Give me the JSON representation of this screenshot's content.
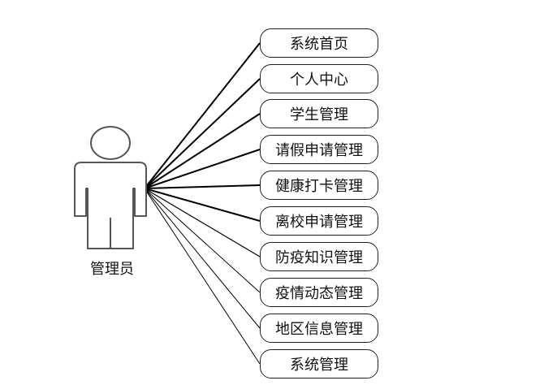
{
  "actor": {
    "label": "管理员"
  },
  "use_cases": [
    {
      "label": "系统首页"
    },
    {
      "label": "个人中心"
    },
    {
      "label": "学生管理"
    },
    {
      "label": "请假申请管理"
    },
    {
      "label": "健康打卡管理"
    },
    {
      "label": "离校申请管理"
    },
    {
      "label": "防疫知识管理"
    },
    {
      "label": "疫情动态管理"
    },
    {
      "label": "地区信息管理"
    },
    {
      "label": "系统管理"
    }
  ]
}
